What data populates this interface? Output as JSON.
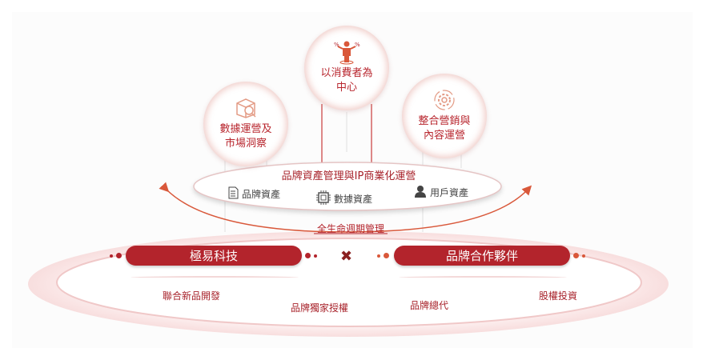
{
  "pillars": [
    {
      "icon": "box-search-icon",
      "line1": "數據運營及",
      "line2": "市場洞察"
    },
    {
      "icon": "consumer-person-icon",
      "line1": "以消費者為",
      "line2": "中心"
    },
    {
      "icon": "gear-cycle-icon",
      "line1": "整合營銷與",
      "line2": "內容運營"
    }
  ],
  "platform": {
    "title": "品牌資產管理與IP商業化運營",
    "assets": [
      {
        "icon": "document-list-icon",
        "label": "品牌資產"
      },
      {
        "icon": "chip-data-icon",
        "label": "數據資產"
      },
      {
        "icon": "user-icon",
        "label": "用戶資產"
      }
    ]
  },
  "lifecycle_label": "全生命週期管理",
  "partners": {
    "left": "極易科技",
    "right": "品牌合作夥伴",
    "joiner_icon": "cross-icon"
  },
  "services": [
    "聯合新品開發",
    "品牌獨家授權",
    "品牌總代",
    "股權投資"
  ],
  "colors": {
    "primary": "#b3242c",
    "accent": "#d9583a",
    "pale": "#fbecec"
  }
}
